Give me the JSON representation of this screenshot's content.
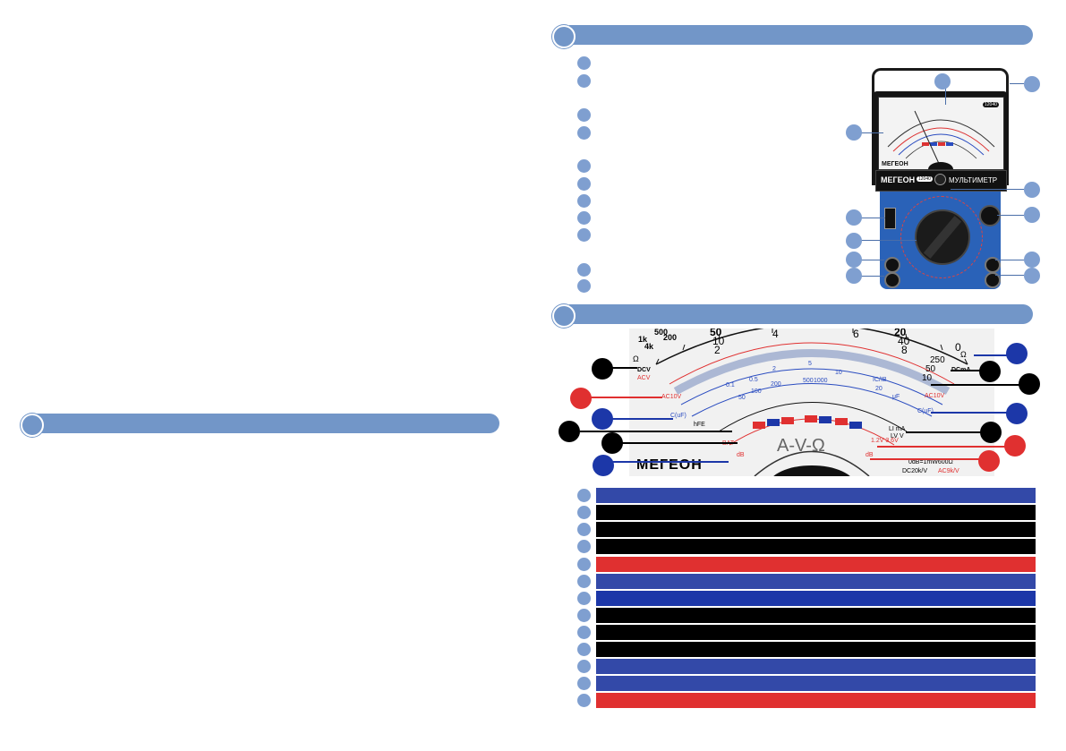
{
  "colors": {
    "header": "#7296c8",
    "bullet": "#7f9fd0",
    "row_blue": "#3349a8",
    "row_black": "#000000",
    "row_red": "#e03030"
  },
  "device": {
    "brand": "MEГEOH",
    "title": "МУЛЬТИМЕТР",
    "model": "12040"
  },
  "scale": {
    "brand": "MEГEOH",
    "center_text": "A-V-Ω",
    "labels": {
      "ohm": "Ω",
      "dcv": "DCV",
      "acv": "ACV",
      "ac10v_left": "AC10V",
      "ac10v_right": "AC10V",
      "cuf_left": "C(uF)",
      "cuf_right": "C(uF)",
      "hfe": "hFE",
      "bat": "BAT",
      "dcma": "DCmA",
      "uf": "μF",
      "ic_ib": "IC/IB",
      "li": "LI mA",
      "lv": "LV V",
      "bat_values": "1.2V 3.6V",
      "db": "dB",
      "db_right": "dB",
      "db_ref": "0dB=1mW600Ω",
      "sens_dc": "DC20k/V",
      "sens_ac": "AC9k/V"
    },
    "numbers_top": [
      "1k",
      "500",
      "4k",
      "200",
      "50",
      "2",
      "10",
      "4",
      "6",
      "20",
      "40",
      "8",
      "0",
      "250",
      "50",
      "10"
    ],
    "numbers_mid": [
      "0.1",
      "0.5",
      "2",
      "5",
      "10",
      "20",
      "50",
      "100",
      "200",
      "500",
      "1000"
    ]
  },
  "callouts": {
    "scale_left": [
      "black",
      "red",
      "blue",
      "black",
      "black",
      "blue"
    ],
    "scale_right": [
      "blue",
      "black",
      "black",
      "blue",
      "black",
      "red",
      "red"
    ]
  },
  "legend_rows": [
    "blue",
    "black",
    "black",
    "black",
    "red",
    "blue",
    "blue",
    "black",
    "black",
    "black",
    "blue",
    "blue",
    "red"
  ]
}
